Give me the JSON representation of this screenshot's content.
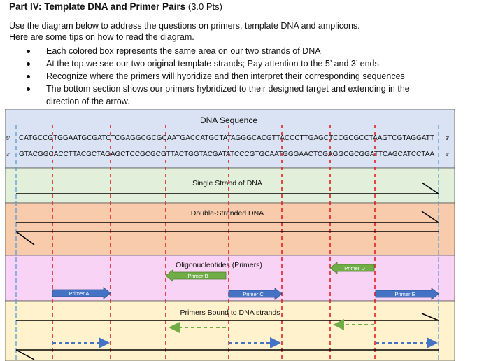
{
  "section": {
    "title": "Part IV: Template DNA and Primer Pairs",
    "points": "(3.0 Pts)"
  },
  "intro": [
    "Use the diagram below to address the questions on primers, template DNA and amplicons.",
    "Here are some tips on how to read the diagram."
  ],
  "bullets": [
    "Each colored box represents the same area on our two strands of DNA",
    "At the top we see our two original template strands; Pay attention to the 5’ and 3’ ends",
    "Recognize where the primers will hybridize and then interpret their corresponding sequences",
    "The bottom section shows our primers hybridized to their designed target and extending in the",
    "direction of the arrow."
  ],
  "diagram": {
    "dna_title": "DNA  Sequence",
    "top_strand": "CATGCCGTGGAATGCGATCTCGAGGCGCGCAATGACCATGCTATAGGGCACGTTACCCTTGAGCTCCGCGCCTAAGTCGTAGGATT",
    "bottom_strand": "GTACGGCACCTTACGCTAGAGCTCCGCGCGTTACTGGTACGATATCCCGTGCAATGGGAACTCGAGGCGCGGATTCAGCATCCTAA",
    "top_left_end": "5’",
    "top_right_end": "3’",
    "bottom_left_end": "3’",
    "bottom_right_end": "5’",
    "single_strand_label": "Single Strand of DNA",
    "double_strand_label": "Double-Stranded DNA",
    "oligo_label": "Oligonucleotides (Primers)",
    "bound_label": "Primers Bound to DNA strands",
    "primers": {
      "a": "Primer A",
      "b": "Primer B",
      "c": "Primer C",
      "d": "Primer D",
      "e": "Primer E"
    },
    "colors": {
      "dna_band": "#dae3f3",
      "single_band": "#e2efda",
      "double_band": "#f8cbad",
      "oligo_band": "#f9d3f5",
      "bound_band": "#fff2cc",
      "forward_primer": "#4472c4",
      "reverse_primer": "#70ad47",
      "red_guide": "#e02020",
      "blue_guide": "#5b9bd5"
    }
  }
}
